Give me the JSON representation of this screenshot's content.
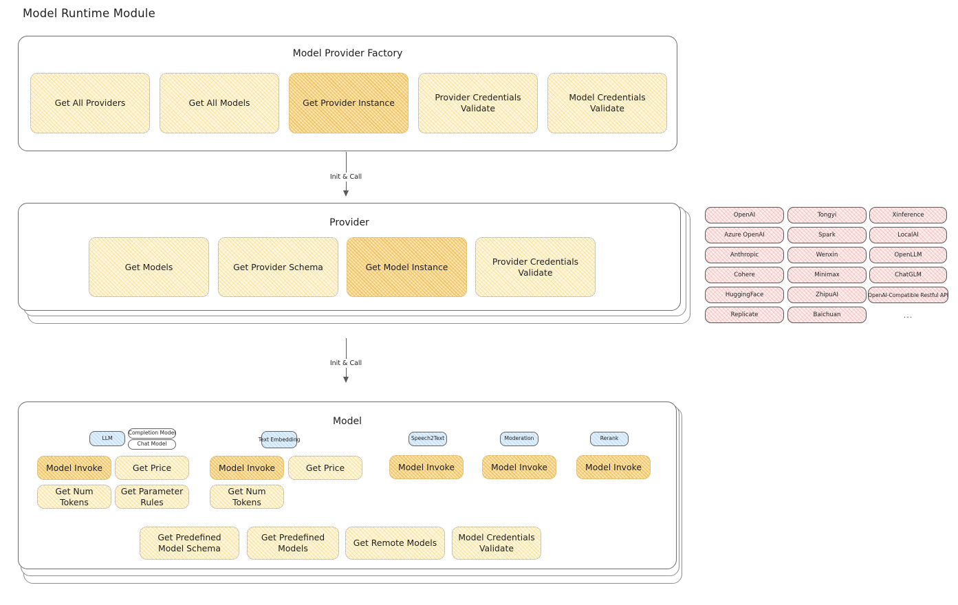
{
  "page": {
    "title": "Model Runtime Module",
    "background": "#ffffff",
    "accent_fill": "#fdf6dd",
    "accent_highlight": "#fbe3ae",
    "provider_chip_fill": "#fdecec",
    "model_type_chip_fill": "#dfeefb",
    "stroke": "#6b6b6b"
  },
  "factory": {
    "title": "Model Provider Factory",
    "boxes": [
      {
        "label": "Get All Providers",
        "highlighted": false
      },
      {
        "label": "Get All Models",
        "highlighted": false
      },
      {
        "label": "Get Provider Instance",
        "highlighted": true
      },
      {
        "label": "Provider Credentials Validate",
        "highlighted": false
      },
      {
        "label": "Model Credentials Validate",
        "highlighted": false
      }
    ]
  },
  "arrows": [
    {
      "label": "Init & Call",
      "from": "Model Provider Factory",
      "to": "Provider"
    },
    {
      "label": "Init & Call",
      "from": "Provider",
      "to": "Model"
    }
  ],
  "provider": {
    "title": "Provider",
    "boxes": [
      {
        "label": "Get Models",
        "highlighted": false
      },
      {
        "label": "Get Provider Schema",
        "highlighted": false
      },
      {
        "label": "Get Model Instance",
        "highlighted": true
      },
      {
        "label": "Provider Credentials Validate",
        "highlighted": false
      }
    ]
  },
  "provider_list": {
    "columns": [
      [
        "OpenAI",
        "Azure OpenAI",
        "Anthropic",
        "Cohere",
        "HuggingFace",
        "Replicate"
      ],
      [
        "Tongyi",
        "Spark",
        "Wenxin",
        "Minimax",
        "ZhipuAI",
        "Baichuan"
      ],
      [
        "Xinference",
        "LocalAI",
        "OpenLLM",
        "ChatGLM",
        "OpenAI-Compatible Restful API"
      ]
    ],
    "more_indicator": "..."
  },
  "model": {
    "title": "Model",
    "more_indicator": "...",
    "types": [
      {
        "name": "LLM",
        "variants": [
          "Completion Model",
          "Chat Model"
        ],
        "methods": [
          {
            "label": "Model Invoke",
            "highlighted": true
          },
          {
            "label": "Get Price",
            "highlighted": false
          },
          {
            "label": "Get Num Tokens",
            "highlighted": false
          },
          {
            "label": "Get Parameter Rules",
            "highlighted": false
          }
        ]
      },
      {
        "name": "Text Embedding",
        "variants": [],
        "methods": [
          {
            "label": "Model Invoke",
            "highlighted": true
          },
          {
            "label": "Get Price",
            "highlighted": false
          },
          {
            "label": "Get Num Tokens",
            "highlighted": false
          }
        ]
      },
      {
        "name": "Speech2Text",
        "variants": [],
        "methods": [
          {
            "label": "Model Invoke",
            "highlighted": true
          }
        ]
      },
      {
        "name": "Moderation",
        "variants": [],
        "methods": [
          {
            "label": "Model Invoke",
            "highlighted": true
          }
        ]
      },
      {
        "name": "Rerank",
        "variants": [],
        "methods": [
          {
            "label": "Model Invoke",
            "highlighted": true
          }
        ]
      }
    ],
    "common_methods": [
      "Get Predefined Model Schema",
      "Get Predefined Models",
      "Get Remote Models",
      "Model Credentials Validate"
    ]
  }
}
